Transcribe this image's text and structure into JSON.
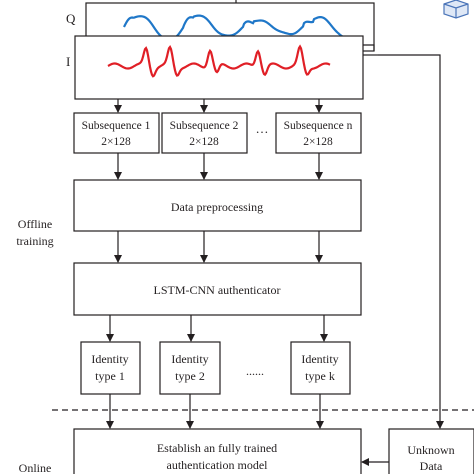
{
  "signals": {
    "q_label": "Q",
    "i_label": "I",
    "q_color": "#1f77c8",
    "i_color": "#e01f26"
  },
  "subsequences": [
    {
      "title": "Subsequence 1",
      "size": "2×128"
    },
    {
      "title": "Subsequence 2",
      "size": "2×128"
    },
    {
      "title": "Subsequence n",
      "size": "2×128"
    }
  ],
  "subsequence_ellipsis": "…",
  "preprocessing": {
    "label": "Data preprocessing"
  },
  "authenticator": {
    "label": "LSTM-CNN authenticator"
  },
  "identities": [
    {
      "line1": "Identity",
      "line2": "type 1"
    },
    {
      "line1": "Identity",
      "line2": "type 2"
    },
    {
      "line1": "Identity",
      "line2": "type k"
    }
  ],
  "identity_ellipsis": "......",
  "stage_labels": {
    "offline_line1": "Offline",
    "offline_line2": "training",
    "online_partial": "Online"
  },
  "model_box": {
    "line1": "Establish an fully trained",
    "line2": "authentication model"
  },
  "unknown_box": {
    "line1": "Unknown",
    "line2": "Data"
  },
  "colors": {
    "stroke": "#231f20",
    "background": "#ffffff",
    "badge": "#4a74b8"
  },
  "badge_icon": "cube-icon"
}
